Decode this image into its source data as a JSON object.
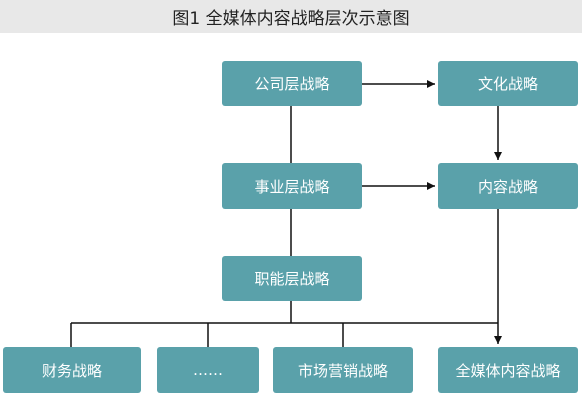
{
  "title": "图1  全媒体内容战略层次示意图",
  "colors": {
    "node_fill": "#5aa1aa",
    "node_text": "#ffffff",
    "line": "#111111",
    "title_bg": "#e8e8e8"
  },
  "nodes": {
    "corporate": "公司层战略",
    "culture": "文化战略",
    "business": "事业层战略",
    "content": "内容战略",
    "functional": "职能层战略",
    "finance": "财务战略",
    "ellipsis": "……",
    "marketing": "市场营销战略",
    "allmedia": "全媒体内容战略"
  }
}
